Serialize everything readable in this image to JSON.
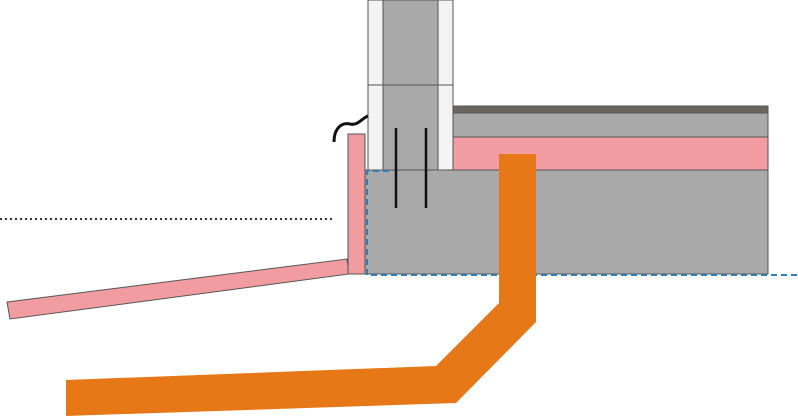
{
  "diagram": {
    "components": [
      {
        "name": "ground-level-line",
        "style": "dotted"
      },
      {
        "name": "sloped-insulation-board"
      },
      {
        "name": "vertical-edge-insulation"
      },
      {
        "name": "wall-blocks"
      },
      {
        "name": "floor-finish-layers"
      },
      {
        "name": "floor-insulation-layer"
      },
      {
        "name": "concrete-slab"
      },
      {
        "name": "wall-anchor-rods"
      },
      {
        "name": "damp-proof-membrane"
      },
      {
        "name": "slab-underside-boundary",
        "style": "dashed"
      },
      {
        "name": "heat-flow-path"
      }
    ],
    "colors": {
      "concrete": "#a9a9a9",
      "insulation": "#f19ca0",
      "heat_path": "#e67817",
      "boundary_line": "#2e7fb8",
      "outline": "#555555",
      "top_finish": "#6d6560",
      "wall_light": "#f3f3f3"
    }
  }
}
